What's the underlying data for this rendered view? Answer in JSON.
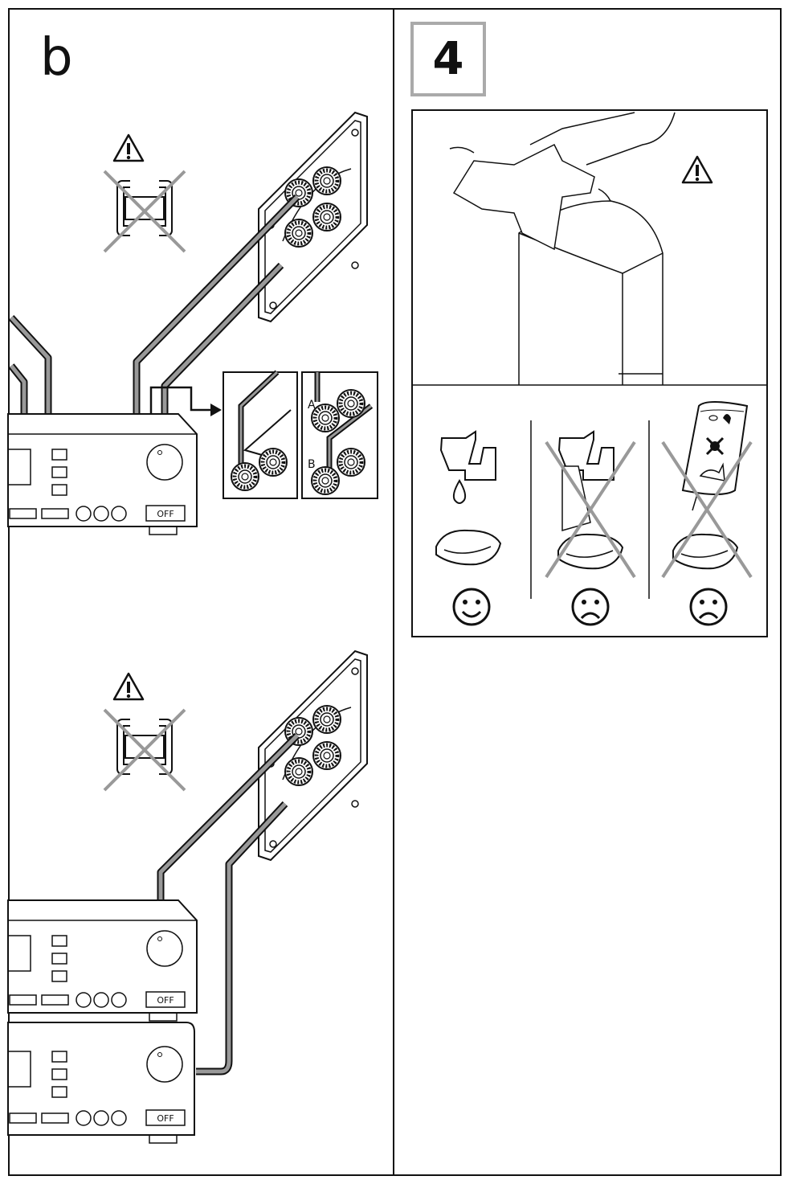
{
  "left_panel": {
    "section_letter": "b",
    "amplifier_power_label": "OFF",
    "terminal_labels": {
      "a": "A",
      "b": "B"
    },
    "icons": [
      "warning-icon",
      "no-jumper-icon",
      "speaker-terminal-plate",
      "amplifier"
    ]
  },
  "right_panel": {
    "step_number": "4",
    "icons": [
      "warning-icon",
      "lift-speaker",
      "water-tap",
      "cloth",
      "no-detergent",
      "happy-face-icon",
      "sad-face-icon"
    ]
  },
  "colors": {
    "line": "#111111",
    "cross": "#999999",
    "cable": "#888888"
  }
}
